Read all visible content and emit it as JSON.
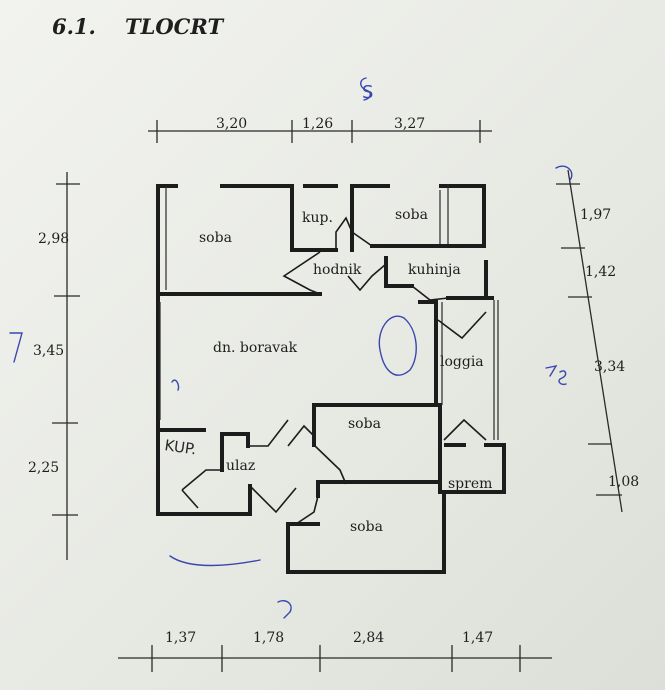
{
  "heading": {
    "number": "6.1.",
    "title": "TLOCRT"
  },
  "top_dimensions": [
    "3,20",
    "1,26",
    "3,27"
  ],
  "bottom_dimensions": [
    "1,37",
    "1,78",
    "2,84",
    "1,47"
  ],
  "left_dimensions": [
    "2,98",
    "3,45",
    "2,25"
  ],
  "right_dimensions": [
    "1,97",
    "1,42",
    "3,34",
    "1,08"
  ],
  "rooms": {
    "soba_top_left": "soba",
    "kup_top": "kup.",
    "soba_top_right": "soba",
    "hodnik": "hodnik",
    "kuhinja": "kuhinja",
    "dn_boravak": "dn. boravak",
    "loggia": "loggia",
    "soba_middle": "soba",
    "kup_bottom": "KUP.",
    "ulaz": "ulaz",
    "sprem": "sprem",
    "soba_bottom": "soba"
  },
  "annotations": {
    "letter_s": "S",
    "left_number": "7",
    "right_note": "7s"
  },
  "colors": {
    "wall": "#1c1c1c",
    "ink": "#3a46b0",
    "line": "#2a2a2a"
  }
}
